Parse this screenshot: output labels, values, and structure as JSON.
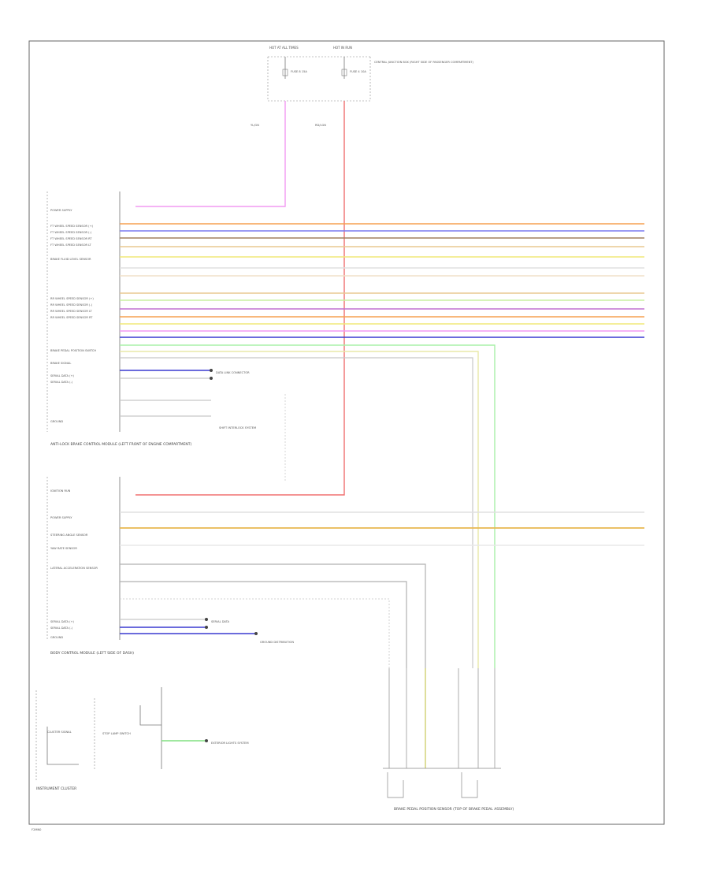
{
  "diagram": {
    "footer_code": "F2MN0",
    "top_modules": [
      "HOT AT ALL TIMES",
      "HOT IN RUN"
    ],
    "top_fuse_labels": [
      "FUSE 8\n15A",
      "FUSE 4\n10A"
    ],
    "top_box_caption": "CENTRAL JUNCTION BOX (RIGHT SIDE OF PASSENGER COMPARTMENT)",
    "drop_wire_labels": [
      "YL/GN",
      "RD/LGN"
    ],
    "connector_a_pins": [
      "POWER SUPPLY",
      "FT WHEEL SPEED SENSOR (+)",
      "FT WHEEL SPEED SENSOR (-)",
      "FT WHEEL SPEED SENSOR RT",
      "FT WHEEL SPEED SENSOR LT",
      "BRAKE FLUID LEVEL SENSOR",
      "RR WHEEL SPEED SENSOR (+)",
      "RR WHEEL SPEED SENSOR (-)",
      "RR WHEEL SPEED SENSOR LT",
      "RR WHEEL SPEED SENSOR RT",
      "BRAKE PEDAL POSITION SWITCH",
      "BRAKE SIGNAL",
      "SERIAL DATA (+)",
      "SERIAL DATA (-)",
      "GROUND"
    ],
    "connector_a_caption": "ANTI-LOCK BRAKE CONTROL MODULE (LEFT FRONT OF ENGINE COMPARTMENT)",
    "connector_b_pins": [
      "IGNITION RUN",
      "POWER SUPPLY",
      "STEERING ANGLE SENSOR",
      "YAW RATE SENSOR",
      "LATERAL ACCELERATION SENSOR",
      "SERIAL DATA (+)",
      "SERIAL DATA (-)",
      "GROUND"
    ],
    "connector_b_caption": "BODY CONTROL MODULE (LEFT SIDE OF DASH)",
    "ref_labels": [
      "DATA LINK CONNECTOR",
      "SERIAL DATA",
      "GROUND DISTRIBUTION",
      "SHIFT INTERLOCK SYSTEM"
    ],
    "bottom_left_box_caption": "INSTRUMENT CLUSTER",
    "bottom_left_inner_label": "CLUSTER SIGNAL",
    "bottom_mid_box_caption": "STOP LAMP SWITCH",
    "bottom_mid_ref": "EXTERIOR LIGHTS SYSTEM",
    "bottom_right_caption": "BRAKE PEDAL POSITION SENSOR (TOP OF BRAKE PEDAL ASSEMBLY)",
    "wire_colors": {
      "pink": "#f29af2",
      "red": "#f07070",
      "orange": "#f5a050",
      "blue": "#7a7af0",
      "brown": "#a08060",
      "yellow": "#f0e878",
      "tan": "#e8c890",
      "green": "#80e080",
      "violet": "#c070d0",
      "darkblue": "#3a3ad0",
      "gray": "#b0b0b0",
      "olive": "#d0d070"
    }
  }
}
